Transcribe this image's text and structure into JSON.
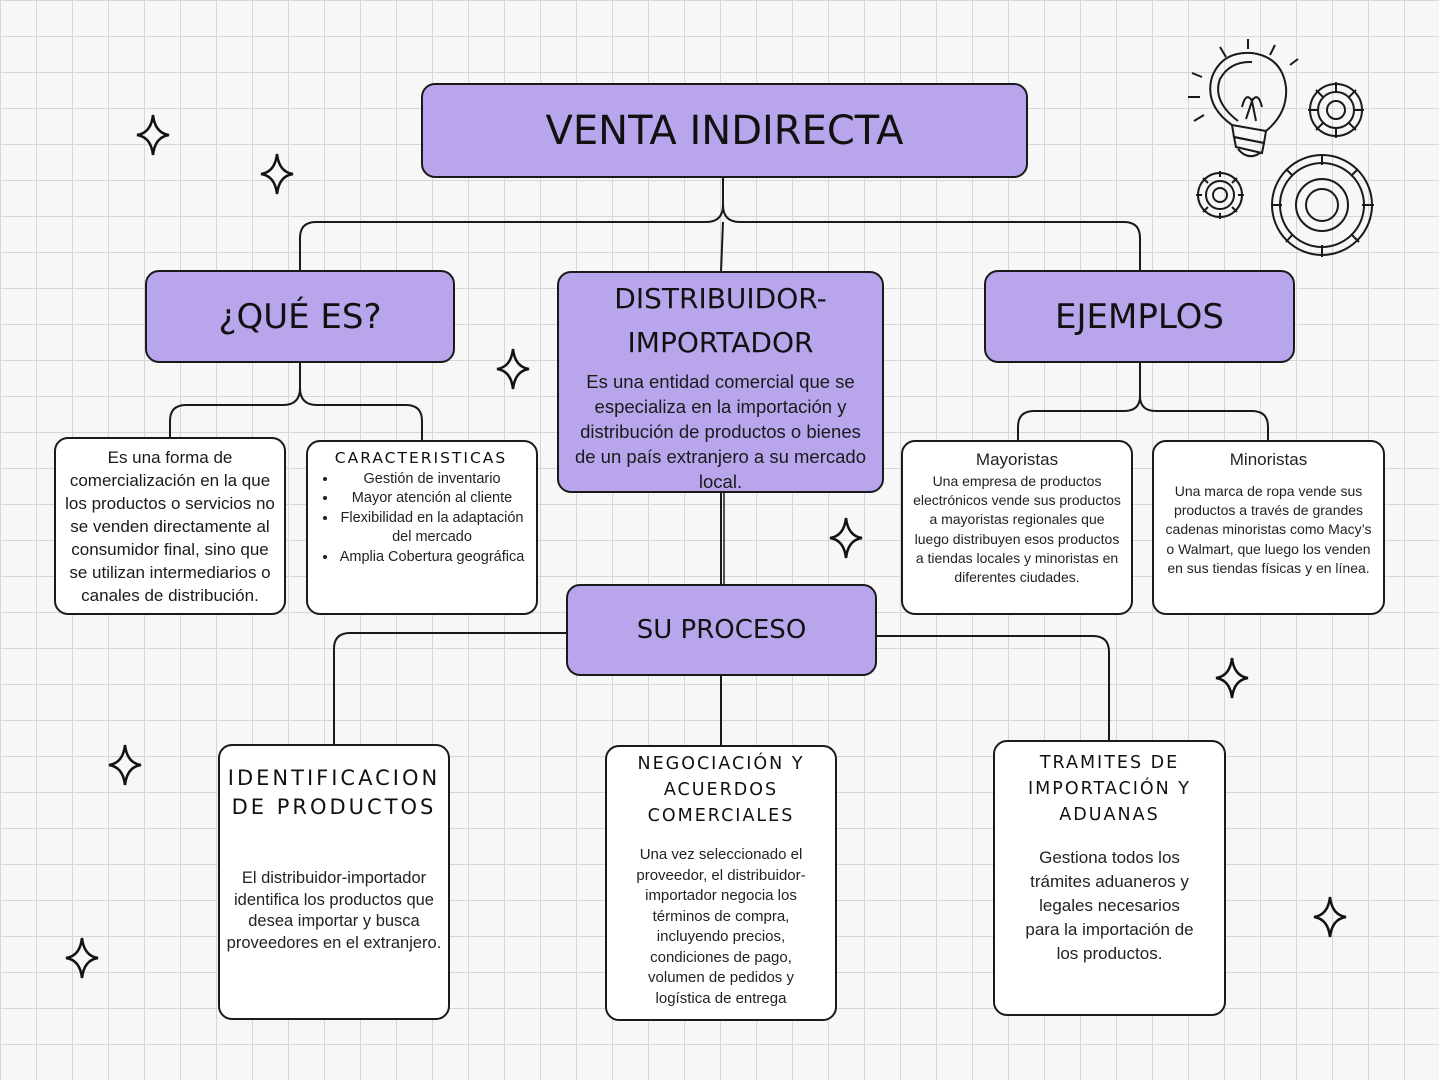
{
  "title": "VENTA INDIRECTA",
  "que_es": {
    "heading": "¿QUÉ ES?",
    "definition": "Es una forma de comercialización en la que los productos o servicios no se venden directamente al consumidor final, sino que se utilizan intermediarios o canales de distribución.",
    "features_title": "CARACTERISTICAS",
    "features": [
      "Gestión de inventario",
      "Mayor atención al cliente",
      "Flexibilidad en la adaptación del mercado",
      "Amplia Cobertura geográfica"
    ]
  },
  "distribuidor": {
    "heading": "DISTRIBUIDOR-IMPORTADOR",
    "description": "Es una entidad comercial que se especializa en la importación y distribución de productos o bienes de un país extranjero a su mercado local."
  },
  "ejemplos": {
    "heading": "EJEMPLOS",
    "mayoristas_title": "Mayoristas",
    "mayoristas_text": "Una empresa de productos electrónicos vende sus productos a mayoristas regionales que luego distribuyen esos productos a tiendas locales y minoristas en diferentes ciudades.",
    "minoristas_title": "Minoristas",
    "minoristas_text": "Una marca de ropa vende sus productos a través de grandes cadenas minoristas como Macy’s o Walmart, que luego los venden en sus tiendas físicas y en línea."
  },
  "proceso": {
    "heading": "SU PROCESO",
    "steps": [
      {
        "title": "IDENTIFICACION DE PRODUCTOS",
        "text": "El distribuidor-importador identifica los productos que desea importar y busca proveedores en el extranjero."
      },
      {
        "title": "NEGOCIACIÓN Y ACUERDOS COMERCIALES",
        "text": "Una vez seleccionado el proveedor, el distribuidor-importador negocia los términos de compra, incluyendo precios, condiciones de pago, volumen de pedidos y logística de entrega"
      },
      {
        "title": "TRAMITES DE IMPORTACIÓN Y ADUANAS",
        "text": "Gestiona todos los trámites aduaneros y legales necesarios para la importación de los productos."
      }
    ]
  },
  "colors": {
    "accent": "#b9a5ec",
    "border": "#1a1a1a",
    "box_bg": "#ffffff"
  },
  "icons": [
    "sparkle-icon",
    "lightbulb-icon",
    "gears-icon"
  ]
}
